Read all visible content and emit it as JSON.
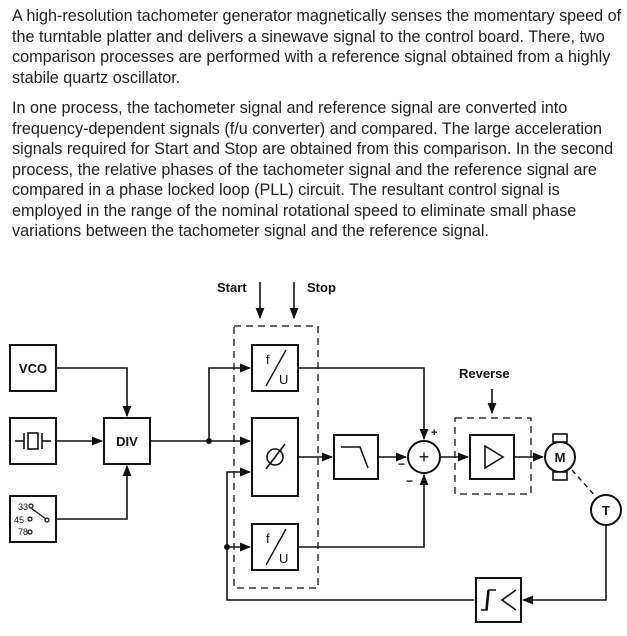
{
  "paragraphs": [
    "A high-resolution tachometer generator magnetically senses the momentary speed of the turntable platter and delivers a sinewave signal to the control board. There, two comparison processes are performed with a reference signal obtained from a highly stabile quartz oscillator.",
    "In one process, the tachometer signal and reference signal are converted into frequency-dependent signals (f/u converter) and compared. The large acceleration signals required for Start and Stop are obtained from this comparison. In the second process, the relative phases of the tachometer signal and the reference signal are compared in a phase locked loop (PLL) circuit. The resultant control signal is employed in the range of the nominal rotational speed to eliminate small phase variations between the tachometer signal and the reference signal."
  ],
  "diagram": {
    "labels": {
      "start": "Start",
      "stop": "Stop",
      "reverse": "Reverse",
      "vco": "VCO",
      "div": "DIV",
      "fu_f": "f",
      "fu_u": "U",
      "motor": "M",
      "tacho": "T",
      "plus": "+",
      "minus": "−",
      "speeds": [
        "33",
        "45",
        "78"
      ]
    },
    "icons": {
      "quartz": "quartz-crystal-icon",
      "phase": "phase-comparator-icon",
      "filter": "lowpass-filter-icon",
      "amp": "amplifier-triangle-icon",
      "schmitt": "schmitt-trigger-icon",
      "selector": "speed-selector-switch-icon"
    }
  }
}
